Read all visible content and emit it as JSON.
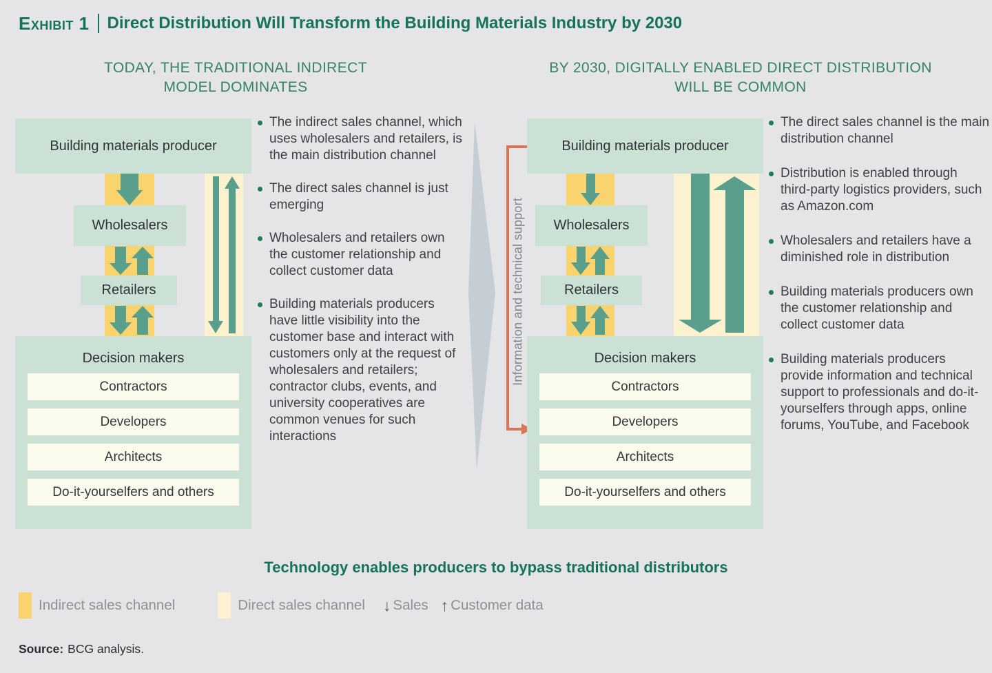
{
  "header": {
    "exhibit_label": "Exhibit 1",
    "title": "Direct Distribution Will Transform the Building Materials Industry by 2030"
  },
  "left_section": {
    "heading_line1": "TODAY, THE TRADITIONAL INDIRECT",
    "heading_line2": "MODEL DOMINATES",
    "diagram": {
      "producer": "Building materials producer",
      "wholesalers": "Wholesalers",
      "retailers": "Retailers",
      "decision_title": "Decision makers",
      "decision_rows": [
        "Contractors",
        "Developers",
        "Architects",
        "Do-it-yourselfers and others"
      ]
    },
    "bullets": [
      "The indirect sales channel, which uses wholesalers and retailers, is the main distribution channel",
      "The direct sales channel is just emerging",
      "Wholesalers and retailers own the customer relationship and collect customer data",
      "Building materials producers have little visibility into the customer base and interact with customers only at the request of wholesalers and retailers; contractor clubs, events, and university cooperatives are common venues for such interactions"
    ]
  },
  "right_section": {
    "heading_line1": "BY 2030, DIGITALLY ENABLED DIRECT DISTRIBUTION",
    "heading_line2": "WILL BE COMMON",
    "diagram": {
      "producer": "Building materials producer",
      "wholesalers": "Wholesalers",
      "retailers": "Retailers",
      "decision_title": "Decision makers",
      "decision_rows": [
        "Contractors",
        "Developers",
        "Architects",
        "Do-it-yourselfers and others"
      ]
    },
    "bullets": [
      "The direct sales channel is the main distribution channel",
      "Distribution is enabled through third-party logistics providers, such as Amazon.com",
      "Wholesalers and retailers have a diminished role in distribution",
      "Building materials producers own the customer relationship and collect customer data",
      "Building materials producers provide information and technical support to professionals and do-it-yourselfers through apps, online forums, YouTube, and Facebook"
    ]
  },
  "connector_label": "Information and technical support",
  "tagline": "Technology enables producers to bypass traditional distributors",
  "legend": {
    "indirect_label": "Indirect sales channel",
    "direct_label": "Direct sales channel",
    "sales_icon": "↓",
    "sales_label": "Sales",
    "customer_icon": "↑",
    "customer_label": "Customer data"
  },
  "source": {
    "label": "Source:",
    "text": "BCG analysis."
  },
  "colors": {
    "background": "#e5e4e6",
    "title_green": "#15735a",
    "heading_green": "#358268",
    "box_green": "#cbe1d6",
    "row_cream": "#fafbec",
    "indirect_yellow": "#f8d36e",
    "direct_cream": "#fdf2cf",
    "arrow_teal": "#5a9e8c",
    "bullet_green": "#1c7c5c",
    "connector_orange": "#dc7557",
    "chevron_gray": "#c5ced5",
    "legend_gray": "#8e9194"
  }
}
